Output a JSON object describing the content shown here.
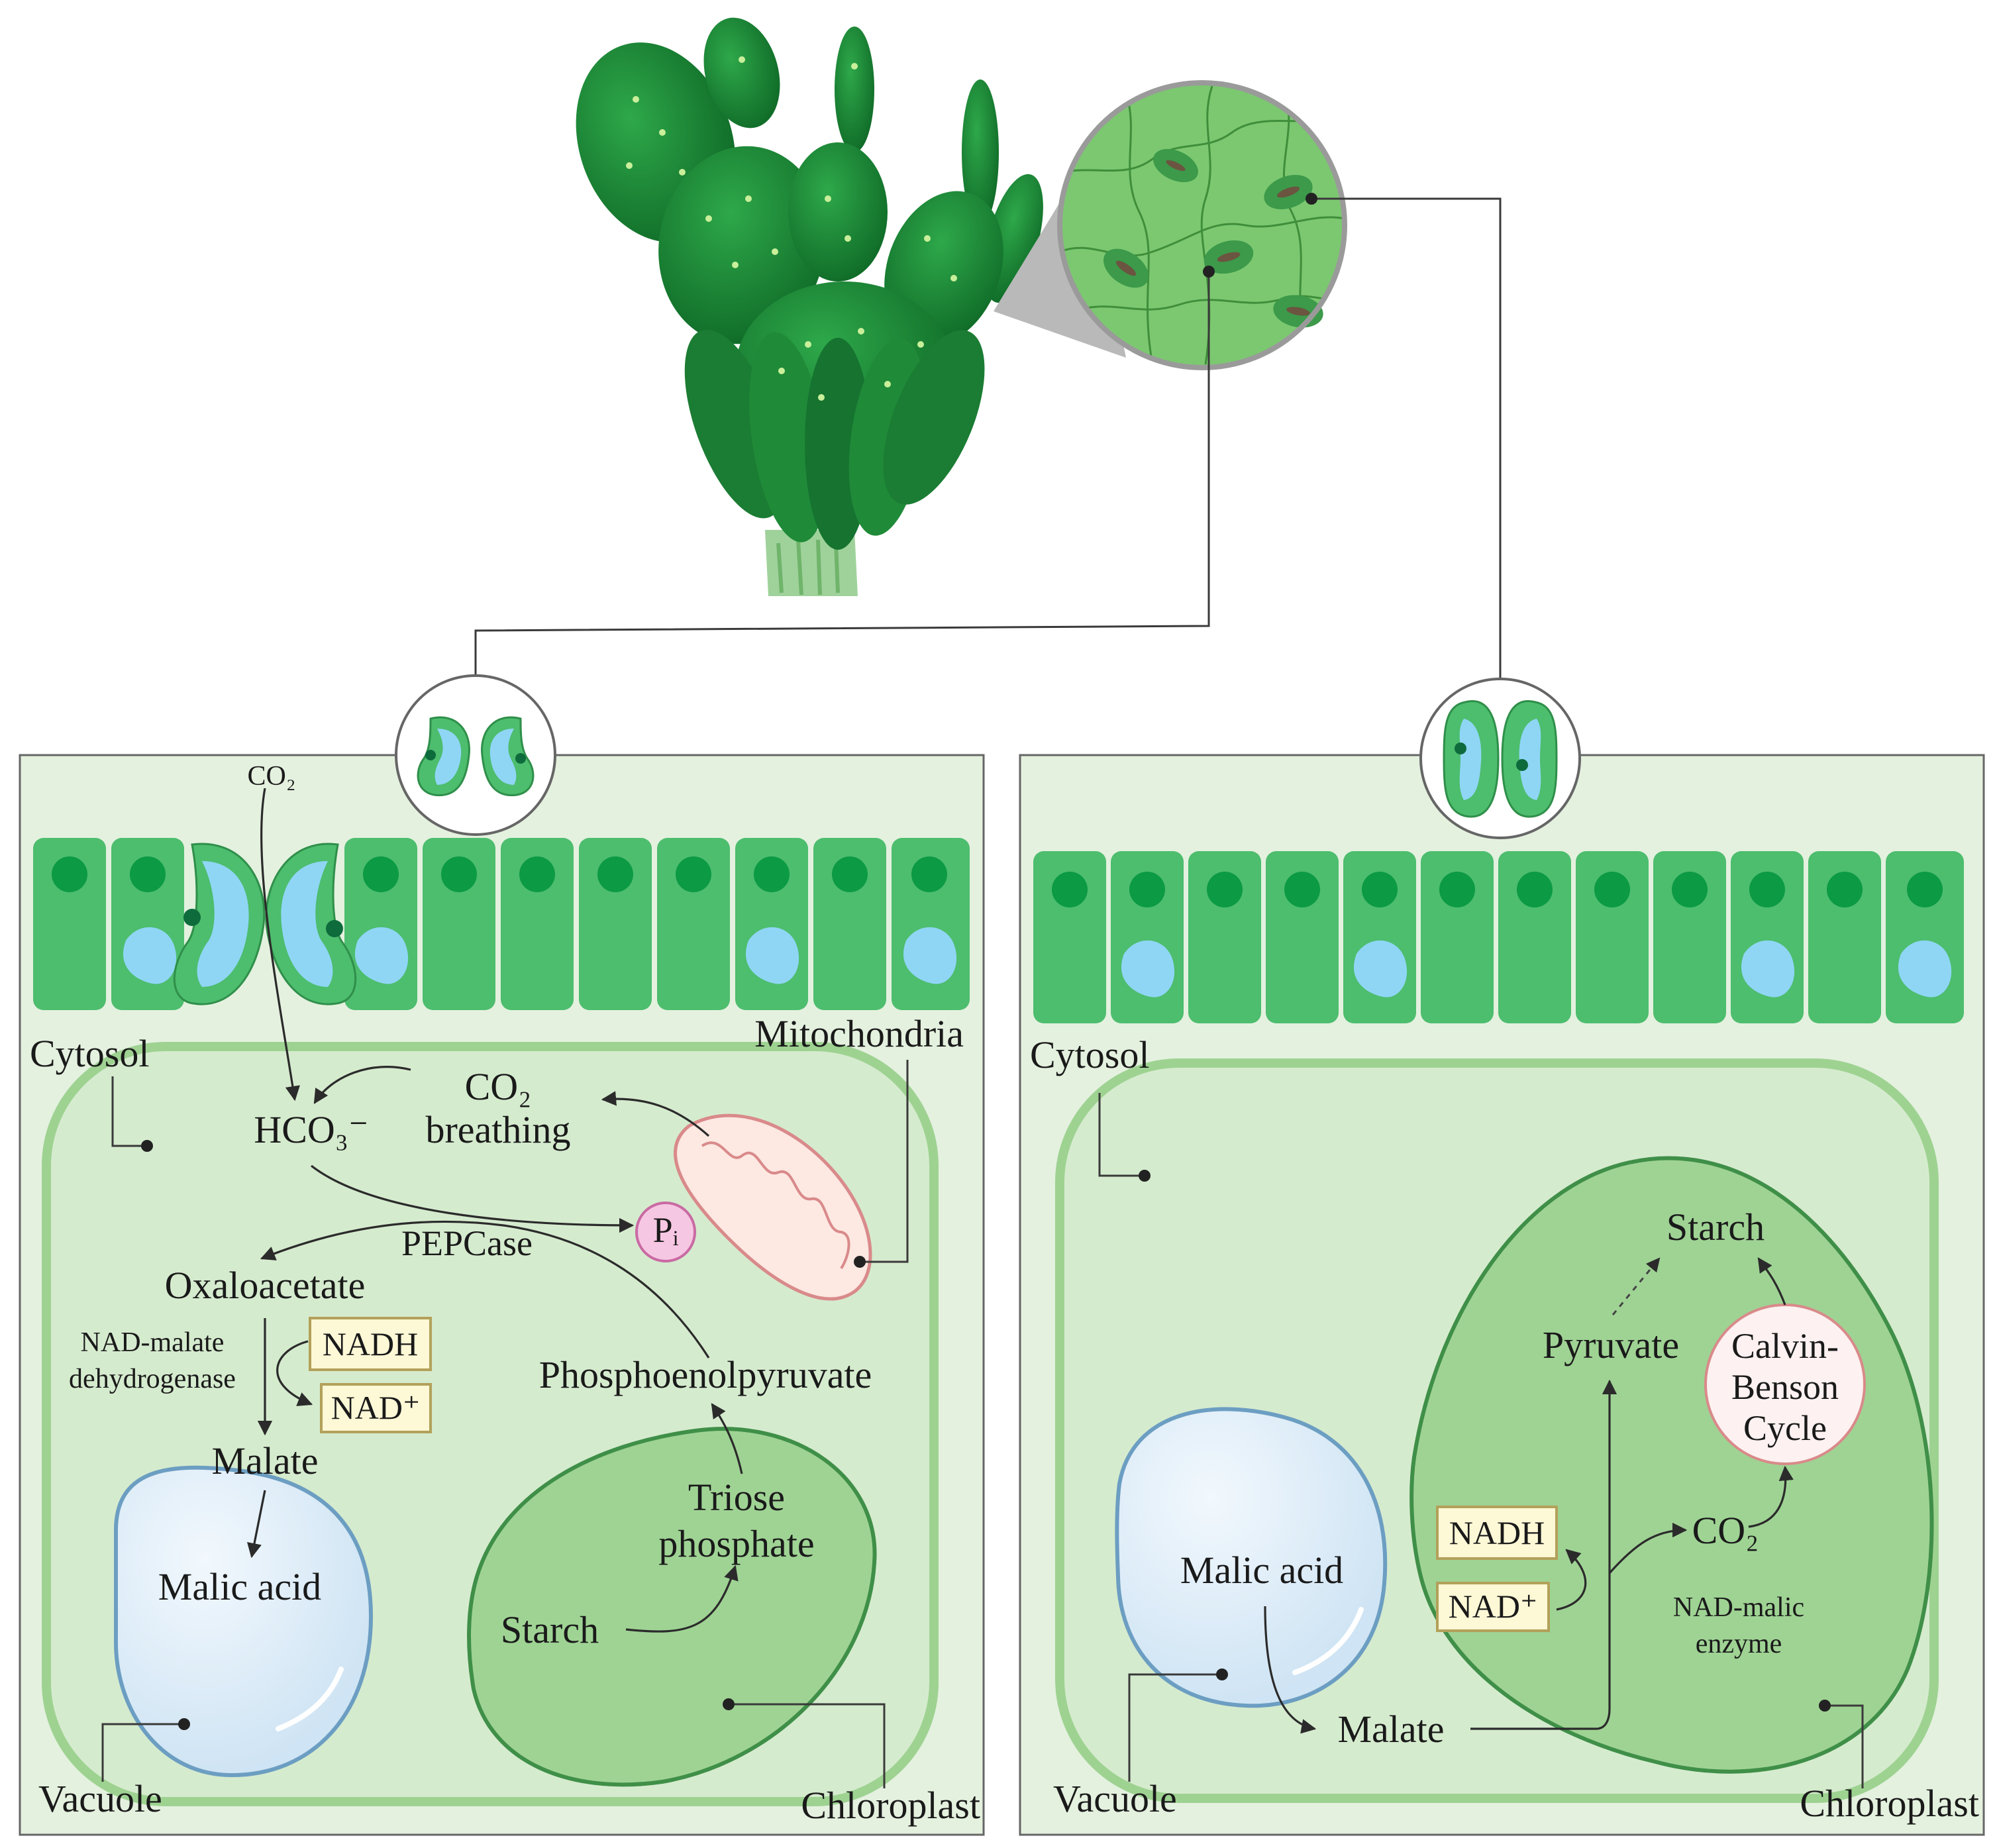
{
  "left_panel": {
    "co2_in": "CO₂",
    "cytosol": "Cytosol",
    "mitochondria": "Mitochondria",
    "hco3": "HCO₃⁻",
    "co2_breathing_1": "CO₂",
    "co2_breathing_2": "breathing",
    "pepcase": "PEPCase",
    "pi": "Pᵢ",
    "oxaloacetate": "Oxaloacetate",
    "nad_malate_1": "NAD-malate",
    "nad_malate_2": "dehydrogenase",
    "nadh": "NADH",
    "nad_plus": "NAD⁺",
    "malate": "Malate",
    "malic_acid": "Malic acid",
    "phosphoenolpyruvate": "Phosphoenolpyruvate",
    "triose_1": "Triose",
    "triose_2": "phosphate",
    "starch": "Starch",
    "vacuole": "Vacuole",
    "chloroplast": "Chloroplast"
  },
  "right_panel": {
    "cytosol": "Cytosol",
    "starch": "Starch",
    "pyruvate": "Pyruvate",
    "calvin_1": "Calvin-",
    "calvin_2": "Benson",
    "calvin_3": "Cycle",
    "nadh": "NADH",
    "nad_plus": "NAD⁺",
    "co2": "CO₂",
    "nad_malic_1": "NAD-malic",
    "nad_malic_2": "enzyme",
    "malic_acid": "Malic acid",
    "malate": "Malate",
    "vacuole": "Vacuole",
    "chloroplast": "Chloroplast"
  },
  "colors": {
    "panel_bg": "#e4f1df",
    "cell_green": "#4dbd6e",
    "nucleus": "#0c9a44",
    "vacuole_small": "#8fd6f5",
    "cell_wall": "#9ed291",
    "cytoplasm": "#d5ebce",
    "chloroplast": "#9fd394",
    "chloroplast_edge": "#3f8f48",
    "vacuole_fill": "#dcecf7",
    "vacuole_edge": "#6c9ec2",
    "label_box": "#fdf8d6",
    "label_box_edge": "#b3a15a",
    "pi_fill": "#f6c7e2",
    "calvin_fill": "#fdf1f1",
    "mito_edge": "#d98a8a"
  }
}
